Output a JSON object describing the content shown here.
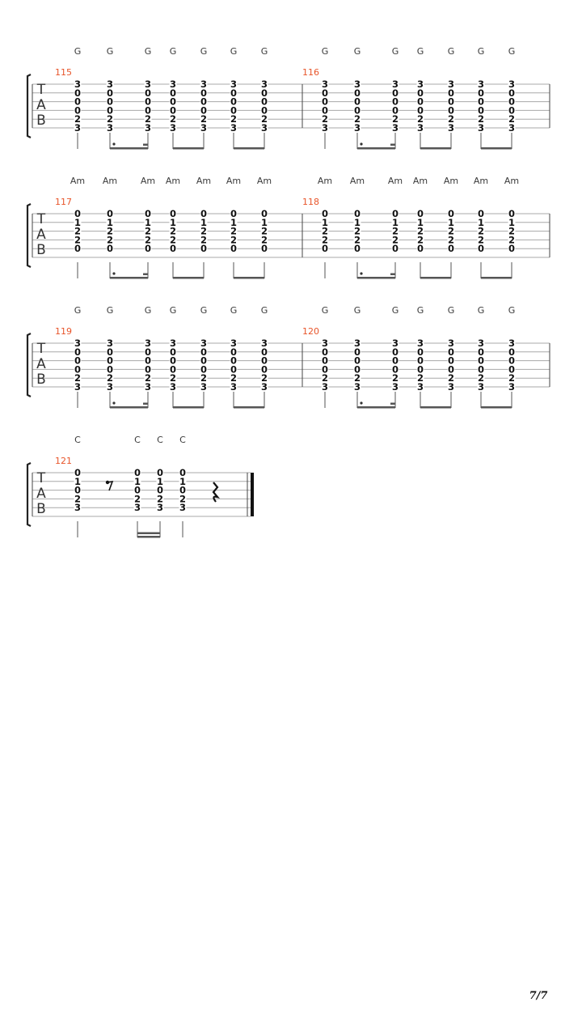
{
  "tab_label": [
    "T",
    "A",
    "B"
  ],
  "page_number": "7/7",
  "systems": [
    {
      "measures": [
        {
          "number": "115",
          "chords": [
            "G",
            "G",
            "G",
            "G",
            "G",
            "G",
            "G"
          ],
          "beats": [
            {
              "frets": [
                "3",
                "0",
                "0",
                "0",
                "2",
                "3"
              ],
              "rhythm": "q"
            },
            {
              "frets": [
                "3",
                "0",
                "0",
                "0",
                "2",
                "3"
              ],
              "rhythm": "e.",
              "group": "a"
            },
            {
              "frets": [
                "3",
                "0",
                "0",
                "0",
                "2",
                "3"
              ],
              "rhythm": "s",
              "group": "a"
            },
            {
              "frets": [
                "3",
                "0",
                "0",
                "0",
                "2",
                "3"
              ],
              "rhythm": "e",
              "group": "b"
            },
            {
              "frets": [
                "3",
                "0",
                "0",
                "0",
                "2",
                "3"
              ],
              "rhythm": "e",
              "group": "b"
            },
            {
              "frets": [
                "3",
                "0",
                "0",
                "0",
                "2",
                "3"
              ],
              "rhythm": "e",
              "group": "c"
            },
            {
              "frets": [
                "3",
                "0",
                "0",
                "0",
                "2",
                "3"
              ],
              "rhythm": "e",
              "group": "c"
            }
          ]
        },
        {
          "number": "116",
          "chords": [
            "G",
            "G",
            "G",
            "G",
            "G",
            "G",
            "G"
          ],
          "beats": [
            {
              "frets": [
                "3",
                "0",
                "0",
                "0",
                "2",
                "3"
              ],
              "rhythm": "q"
            },
            {
              "frets": [
                "3",
                "0",
                "0",
                "0",
                "2",
                "3"
              ],
              "rhythm": "e.",
              "group": "a"
            },
            {
              "frets": [
                "3",
                "0",
                "0",
                "0",
                "2",
                "3"
              ],
              "rhythm": "s",
              "group": "a"
            },
            {
              "frets": [
                "3",
                "0",
                "0",
                "0",
                "2",
                "3"
              ],
              "rhythm": "e",
              "group": "b"
            },
            {
              "frets": [
                "3",
                "0",
                "0",
                "0",
                "2",
                "3"
              ],
              "rhythm": "e",
              "group": "b"
            },
            {
              "frets": [
                "3",
                "0",
                "0",
                "0",
                "2",
                "3"
              ],
              "rhythm": "e",
              "group": "c"
            },
            {
              "frets": [
                "3",
                "0",
                "0",
                "0",
                "2",
                "3"
              ],
              "rhythm": "e",
              "group": "c"
            }
          ]
        }
      ]
    },
    {
      "measures": [
        {
          "number": "117",
          "chords": [
            "Am",
            "Am",
            "Am",
            "Am",
            "Am",
            "Am",
            "Am"
          ],
          "beats": [
            {
              "frets": [
                "0",
                "1",
                "2",
                "2",
                "0",
                ""
              ],
              "rhythm": "q"
            },
            {
              "frets": [
                "0",
                "1",
                "2",
                "2",
                "0",
                ""
              ],
              "rhythm": "e.",
              "group": "a"
            },
            {
              "frets": [
                "0",
                "1",
                "2",
                "2",
                "0",
                ""
              ],
              "rhythm": "s",
              "group": "a"
            },
            {
              "frets": [
                "0",
                "1",
                "2",
                "2",
                "0",
                ""
              ],
              "rhythm": "e",
              "group": "b"
            },
            {
              "frets": [
                "0",
                "1",
                "2",
                "2",
                "0",
                ""
              ],
              "rhythm": "e",
              "group": "b"
            },
            {
              "frets": [
                "0",
                "1",
                "2",
                "2",
                "0",
                ""
              ],
              "rhythm": "e",
              "group": "c"
            },
            {
              "frets": [
                "0",
                "1",
                "2",
                "2",
                "0",
                ""
              ],
              "rhythm": "e",
              "group": "c"
            }
          ]
        },
        {
          "number": "118",
          "chords": [
            "Am",
            "Am",
            "Am",
            "Am",
            "Am",
            "Am",
            "Am"
          ],
          "beats": [
            {
              "frets": [
                "0",
                "1",
                "2",
                "2",
                "0",
                ""
              ],
              "rhythm": "q"
            },
            {
              "frets": [
                "0",
                "1",
                "2",
                "2",
                "0",
                ""
              ],
              "rhythm": "e.",
              "group": "a"
            },
            {
              "frets": [
                "0",
                "1",
                "2",
                "2",
                "0",
                ""
              ],
              "rhythm": "s",
              "group": "a"
            },
            {
              "frets": [
                "0",
                "1",
                "2",
                "2",
                "0",
                ""
              ],
              "rhythm": "e",
              "group": "b"
            },
            {
              "frets": [
                "0",
                "1",
                "2",
                "2",
                "0",
                ""
              ],
              "rhythm": "e",
              "group": "b"
            },
            {
              "frets": [
                "0",
                "1",
                "2",
                "2",
                "0",
                ""
              ],
              "rhythm": "e",
              "group": "c"
            },
            {
              "frets": [
                "0",
                "1",
                "2",
                "2",
                "0",
                ""
              ],
              "rhythm": "e",
              "group": "c"
            }
          ]
        }
      ]
    },
    {
      "measures": [
        {
          "number": "119",
          "chords": [
            "G",
            "G",
            "G",
            "G",
            "G",
            "G",
            "G"
          ],
          "beats": [
            {
              "frets": [
                "3",
                "0",
                "0",
                "0",
                "2",
                "3"
              ],
              "rhythm": "q"
            },
            {
              "frets": [
                "3",
                "0",
                "0",
                "0",
                "2",
                "3"
              ],
              "rhythm": "e.",
              "group": "a"
            },
            {
              "frets": [
                "3",
                "0",
                "0",
                "0",
                "2",
                "3"
              ],
              "rhythm": "s",
              "group": "a"
            },
            {
              "frets": [
                "3",
                "0",
                "0",
                "0",
                "2",
                "3"
              ],
              "rhythm": "e",
              "group": "b"
            },
            {
              "frets": [
                "3",
                "0",
                "0",
                "0",
                "2",
                "3"
              ],
              "rhythm": "e",
              "group": "b"
            },
            {
              "frets": [
                "3",
                "0",
                "0",
                "0",
                "2",
                "3"
              ],
              "rhythm": "e",
              "group": "c"
            },
            {
              "frets": [
                "3",
                "0",
                "0",
                "0",
                "2",
                "3"
              ],
              "rhythm": "e",
              "group": "c"
            }
          ]
        },
        {
          "number": "120",
          "chords": [
            "G",
            "G",
            "G",
            "G",
            "G",
            "G",
            "G"
          ],
          "beats": [
            {
              "frets": [
                "3",
                "0",
                "0",
                "0",
                "2",
                "3"
              ],
              "rhythm": "q"
            },
            {
              "frets": [
                "3",
                "0",
                "0",
                "0",
                "2",
                "3"
              ],
              "rhythm": "e.",
              "group": "a"
            },
            {
              "frets": [
                "3",
                "0",
                "0",
                "0",
                "2",
                "3"
              ],
              "rhythm": "s",
              "group": "a"
            },
            {
              "frets": [
                "3",
                "0",
                "0",
                "0",
                "2",
                "3"
              ],
              "rhythm": "e",
              "group": "b"
            },
            {
              "frets": [
                "3",
                "0",
                "0",
                "0",
                "2",
                "3"
              ],
              "rhythm": "e",
              "group": "b"
            },
            {
              "frets": [
                "3",
                "0",
                "0",
                "0",
                "2",
                "3"
              ],
              "rhythm": "e",
              "group": "c"
            },
            {
              "frets": [
                "3",
                "0",
                "0",
                "0",
                "2",
                "3"
              ],
              "rhythm": "e",
              "group": "c"
            }
          ]
        }
      ]
    },
    {
      "measures": [
        {
          "number": "121",
          "final": true,
          "chords": [
            "C",
            "C",
            "C",
            "C",
            "C"
          ],
          "beats": [
            {
              "frets": [
                "0",
                "1",
                "0",
                "2",
                "3",
                ""
              ],
              "rhythm": "q"
            },
            {
              "rest": "eighth"
            },
            {
              "frets": [
                "0",
                "1",
                "0",
                "2",
                "3",
                ""
              ],
              "rhythm": "s",
              "group": "d"
            },
            {
              "frets": [
                "0",
                "1",
                "0",
                "2",
                "3",
                ""
              ],
              "rhythm": "s",
              "group": "d"
            },
            {
              "frets": [
                "0",
                "1",
                "0",
                "2",
                "3",
                ""
              ],
              "rhythm": "q"
            },
            {
              "rest": "quarter"
            }
          ]
        }
      ]
    }
  ]
}
